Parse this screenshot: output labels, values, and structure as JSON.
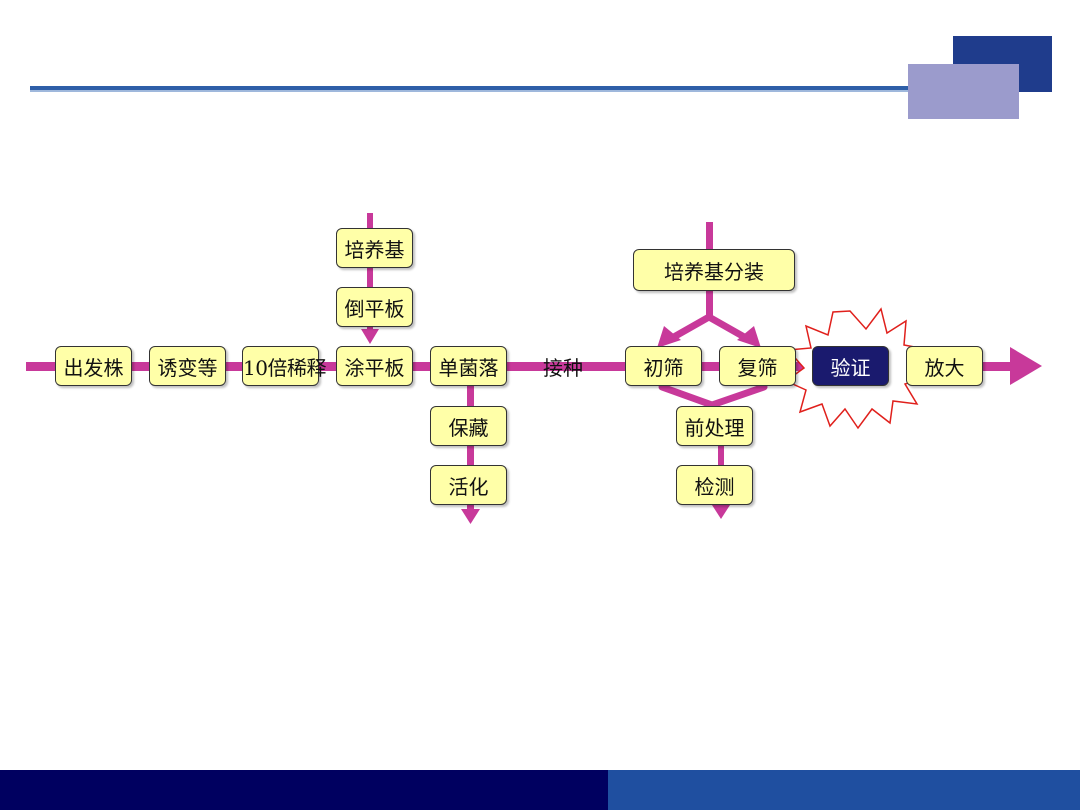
{
  "slide": {
    "colors": {
      "arrow": "#c8399a",
      "box_fill": "#ffffa8",
      "verify_fill": "#1a1a6e",
      "burst_stroke": "#e0201c",
      "header_line": "#2e5fa8",
      "corner_dark": "#1f3c8c",
      "corner_light": "#9b9bcc",
      "footer_dark": "#000060",
      "footer_blue": "#1f4fa0"
    }
  },
  "flow": {
    "main": [
      "出发株",
      "诱变等",
      "10倍稀释",
      "涂平板",
      "单菌落"
    ],
    "inoculate_label": "接种",
    "screening": [
      "初筛",
      "复筛"
    ],
    "verify": "验证",
    "scale_up": "放大",
    "medium_branch": [
      "培养基",
      "倒平板"
    ],
    "colony_branch": [
      "保藏",
      "活化"
    ],
    "medium_dispense": "培养基分装",
    "pretreatment_branch": [
      "前处理",
      "检测"
    ]
  }
}
